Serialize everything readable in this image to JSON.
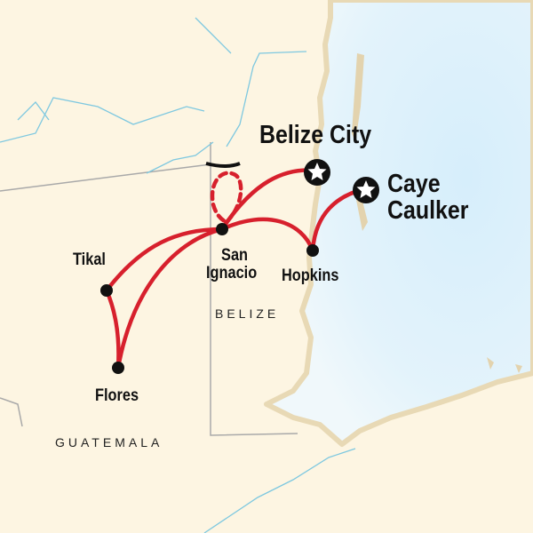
{
  "map": {
    "colors": {
      "land": "#fdf5e2",
      "sea": "#dff1fb",
      "route": "#d7202d",
      "border": "#a9a9a9",
      "river": "#7ec8e0"
    },
    "countries": [
      "BELIZE",
      "GUATEMALA"
    ],
    "places": [
      {
        "name": "Belize City",
        "marker": "star-icon"
      },
      {
        "name": "Caye Caulker",
        "line1": "Caye",
        "line2": "Caulker",
        "marker": "star-icon"
      },
      {
        "name": "San Ignacio",
        "line1": "San",
        "line2": "Ignacio",
        "marker": "dot"
      },
      {
        "name": "Hopkins",
        "marker": "dot"
      },
      {
        "name": "Tikal",
        "marker": "dot"
      },
      {
        "name": "Flores",
        "marker": "dot"
      }
    ]
  }
}
